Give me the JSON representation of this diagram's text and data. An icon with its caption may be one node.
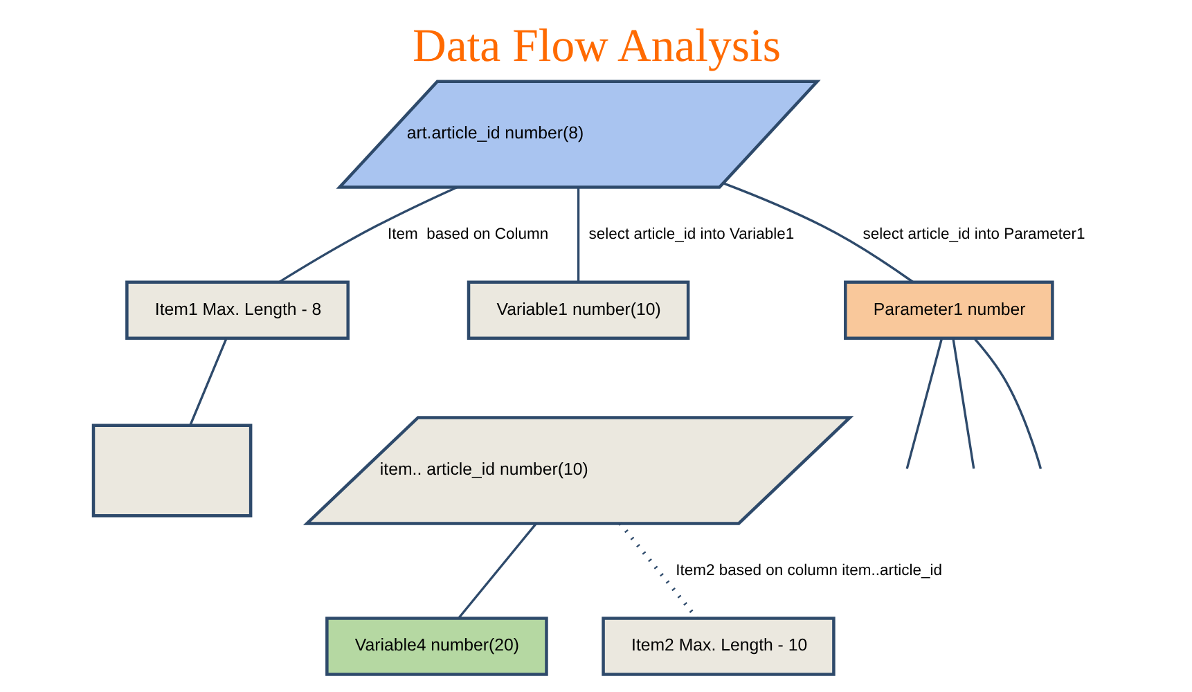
{
  "diagram": {
    "title": "Data Flow Analysis",
    "nodes": [
      {
        "text": [
          "art.article_id number(8)"
        ]
      },
      {
        "text": [
          "Item1 Max. Length - 8"
        ]
      },
      {
        "text": [
          "Variable1 number(10)"
        ]
      },
      {
        "text": [
          "Parameter1 number"
        ]
      },
      {
        "text": [],
        "shape": "box"
      },
      {
        "text": [
          "item.. article_id number(10)"
        ]
      },
      {
        "text": [
          "Variable4 number(20)"
        ]
      },
      {
        "text": [
          "Item2 Max. Length - 10"
        ]
      }
    ],
    "edges": [
      {
        "from": 0,
        "to": 1,
        "arrow": "none",
        "label": "Item  based on Column"
      },
      {
        "from": 0,
        "to": 2,
        "arrow": "none",
        "label": "select article_id into Variable1"
      },
      {
        "from": 0,
        "to": 3,
        "arrow": "none",
        "label": "select article_id into Parameter1"
      },
      {
        "from": 1,
        "to": 4,
        "arrow": "none"
      },
      {
        "from": 3,
        "to": null,
        "arrow": "none"
      },
      {
        "from": 3,
        "to": null,
        "arrow": "none"
      },
      {
        "from": 3,
        "to": null,
        "arrow": "none"
      },
      {
        "from": 5,
        "to": 6,
        "arrow": "none"
      },
      {
        "from": 5,
        "to": 7,
        "arrow": "none",
        "style": "dashed",
        "label": "Item2 based on column item..article_id"
      }
    ]
  }
}
